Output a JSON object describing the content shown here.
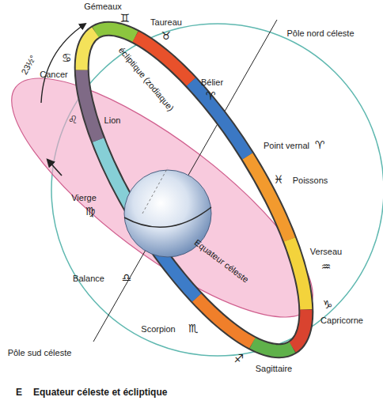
{
  "diagram": {
    "caption": "Equateur céleste et écliptique",
    "labels": [
      "Gémeaux",
      "♊",
      "Taureau",
      "♉",
      "Pôle nord céleste",
      "23½°",
      "écliptique (zodiaque)",
      "Cancer",
      "♋",
      "Lion",
      "♌",
      "Bélier",
      "♈",
      "Point vernal",
      "♈",
      "Poissons",
      "♓",
      "Vierge",
      "♍",
      "Verseau",
      "♒",
      "Equateur céleste",
      "Balance",
      "♎",
      "Scorpion",
      "♏",
      "Capricorne",
      "♑",
      "Sagittaire",
      "♐",
      "Pôle sud céleste",
      "E"
    ]
  }
}
